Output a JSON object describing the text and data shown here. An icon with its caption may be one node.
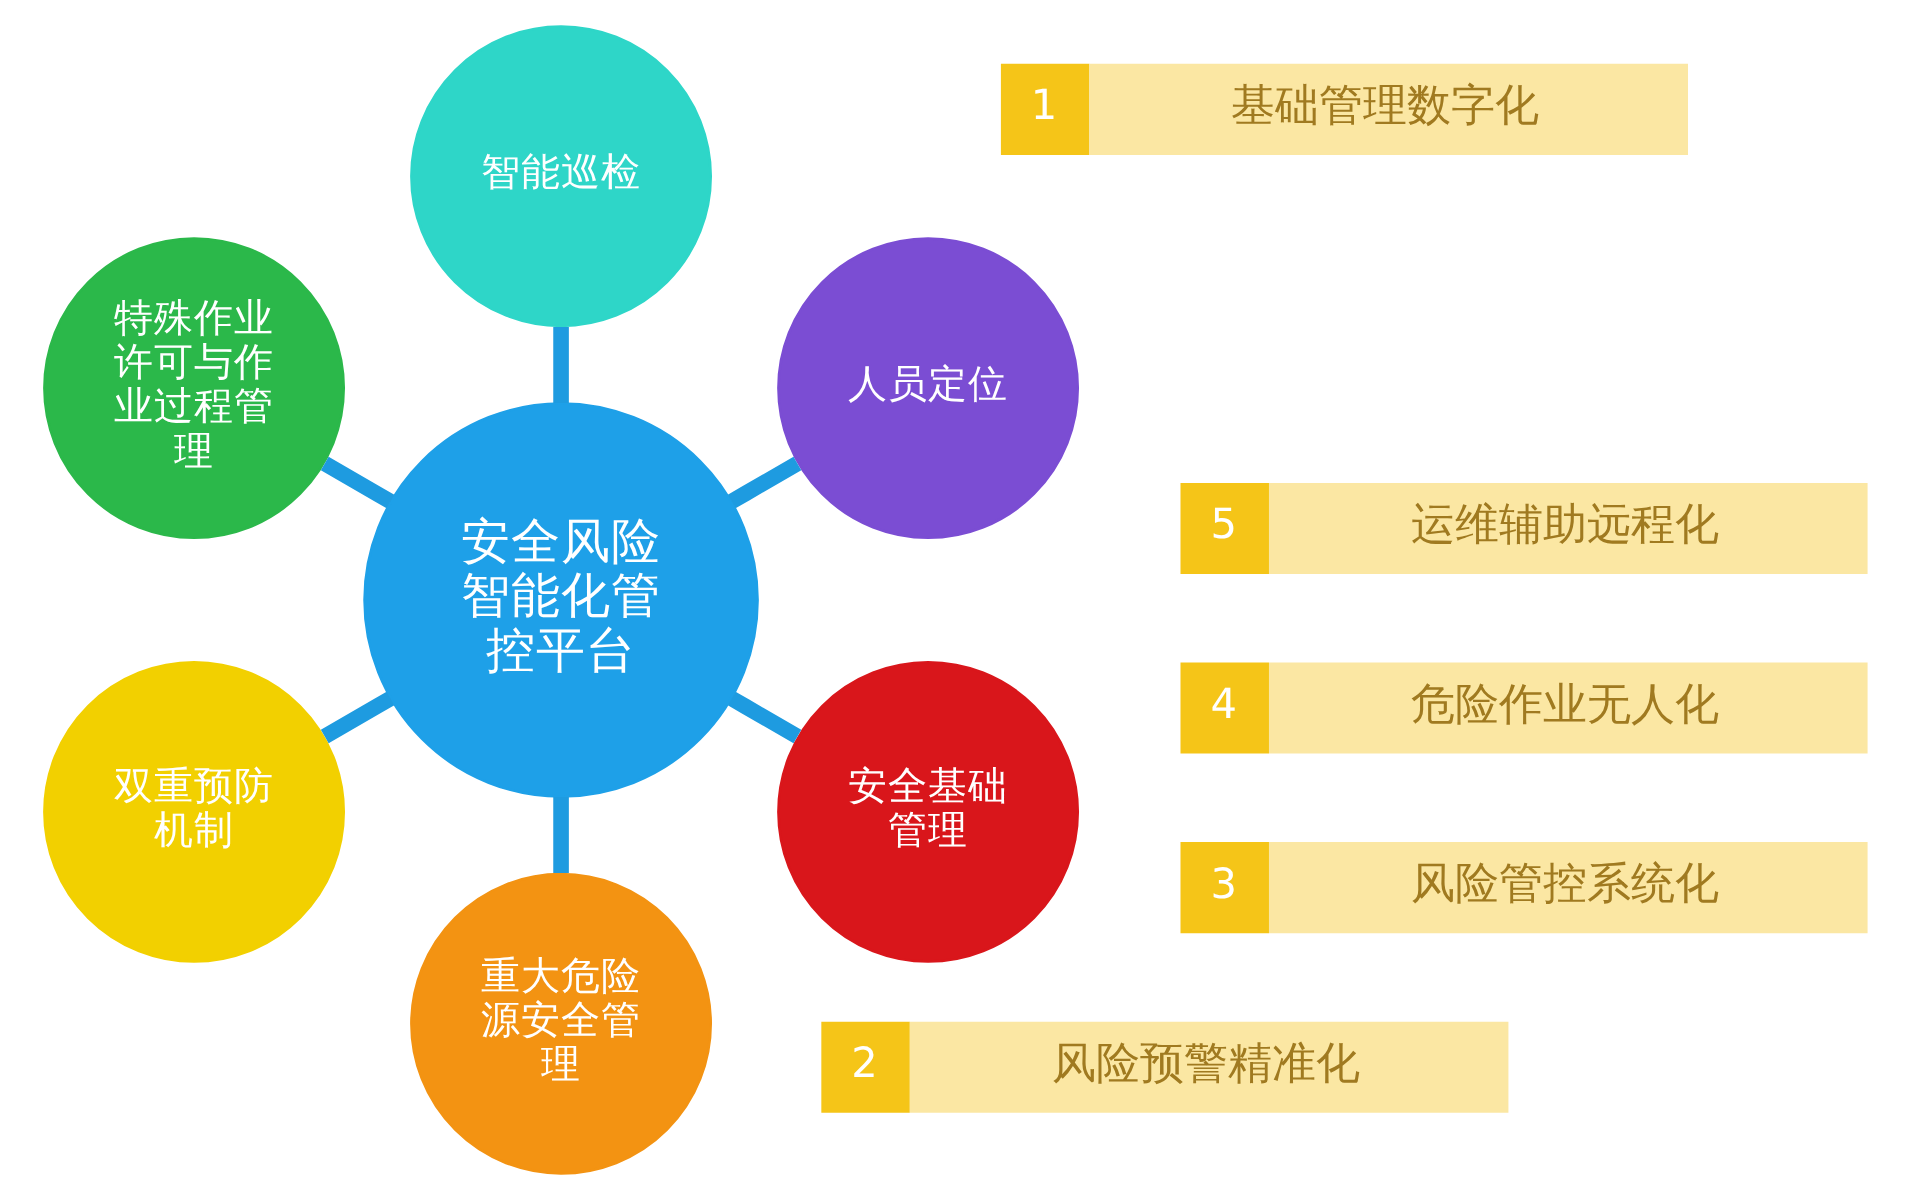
{
  "diagram": {
    "nodes": [
      {
        "text": [
          "安全风险智能化管控平台"
        ]
      },
      {
        "text": [
          "安全基础管理"
        ]
      },
      {
        "text": [
          "重大危险源安全管理"
        ]
      },
      {
        "text": [
          "双重预防机制"
        ]
      },
      {
        "text": [
          "特殊作业许可与作业过程管理"
        ]
      },
      {
        "text": [
          "智能巡检"
        ]
      },
      {
        "text": [
          "人员定位"
        ]
      },
      {
        "text": [
          "1",
          "基础管理数字化"
        ]
      },
      {
        "text": [
          "2",
          "风险预警精准化"
        ]
      },
      {
        "text": [
          "3",
          "风险管控系统化"
        ]
      },
      {
        "text": [
          "4",
          "危险作业无人化"
        ]
      },
      {
        "text": [
          "5",
          "运维辅助远程化"
        ]
      }
    ],
    "edges": [
      {
        "from": 0,
        "to": 1,
        "arrow": "none"
      },
      {
        "from": 0,
        "to": 2,
        "arrow": "none"
      },
      {
        "from": 0,
        "to": 3,
        "arrow": "none"
      },
      {
        "from": 0,
        "to": 4,
        "arrow": "none"
      },
      {
        "from": 0,
        "to": 5,
        "arrow": "none"
      },
      {
        "from": 0,
        "to": 6,
        "arrow": "none"
      }
    ]
  }
}
